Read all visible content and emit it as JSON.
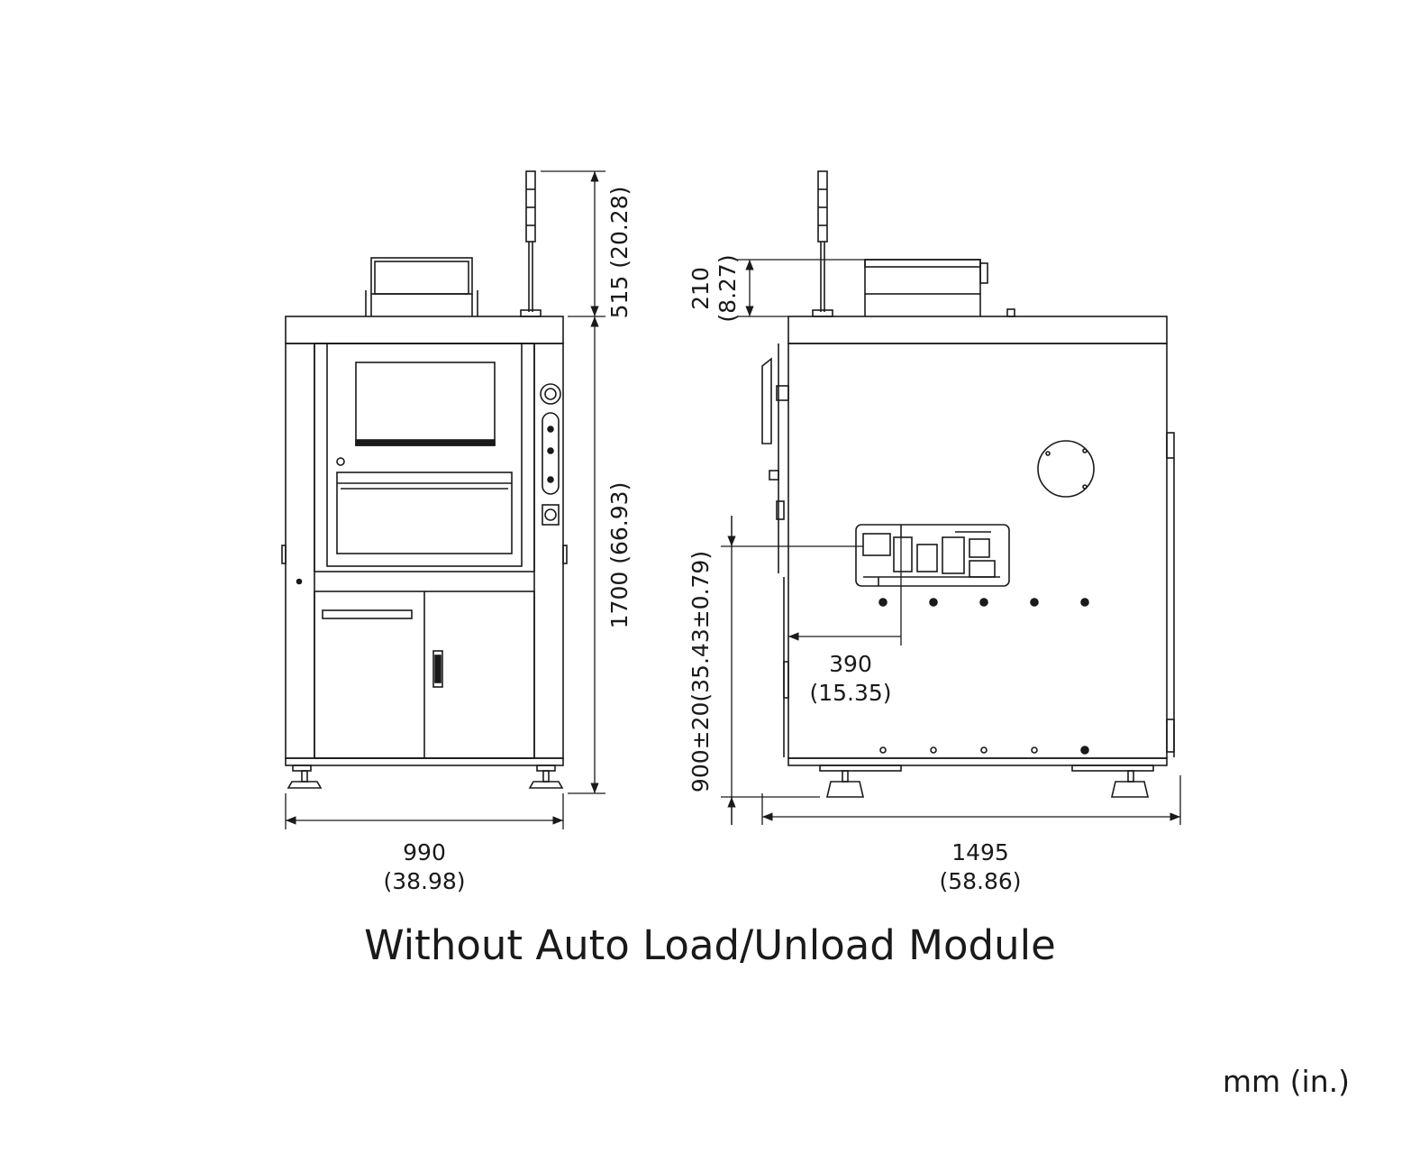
{
  "front_view": {
    "width_mm": "990",
    "width_in": "(38.98)",
    "height_body": "1700 (66.93)",
    "height_top": "515 (20.28)"
  },
  "side_view": {
    "top_mm": "210",
    "top_in": "(8.27)",
    "depth_mm": "1495",
    "depth_in": "(58.86)",
    "offset_mm": "390",
    "offset_in": "(15.35)",
    "work_height": "900±20(35.43±0.79)"
  },
  "caption": "Without Auto Load/Unload Module",
  "units": "mm (in.)"
}
